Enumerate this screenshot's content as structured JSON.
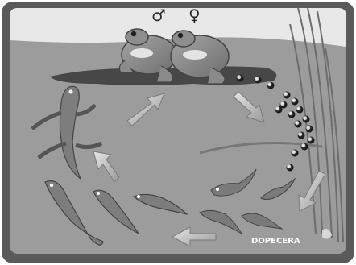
{
  "symbols": {
    "male": "♂",
    "female": "♀"
  },
  "logo": {
    "brand": "DOPECERA",
    "sub": ""
  },
  "colors": {
    "frame": "#5a5a5a",
    "sky": "#e8e8e8",
    "water": "#9c9c9c",
    "pad": "#474747",
    "arrow": "#c9c9c9",
    "frog": "#8a8a8a",
    "egg": "#2f2f2f"
  },
  "stages": [
    "eggs",
    "tadpole",
    "tadpole-with-legs",
    "froglet",
    "young-frog",
    "adult-frogs"
  ]
}
